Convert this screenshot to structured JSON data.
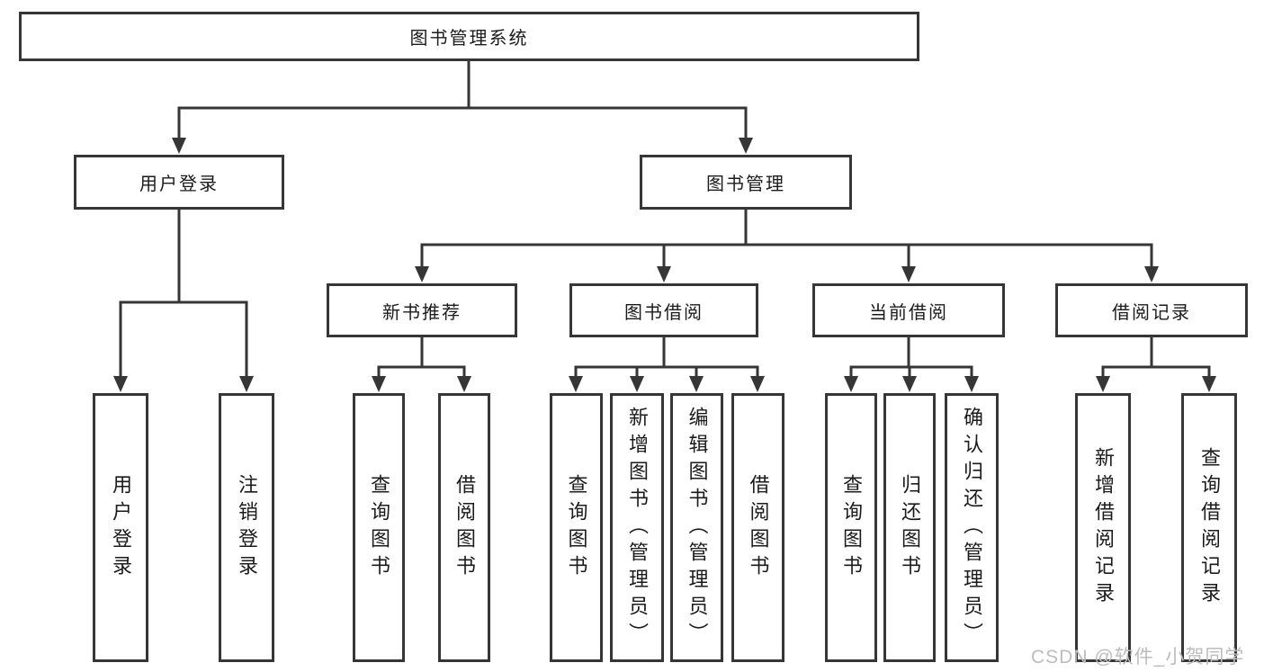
{
  "diagram": {
    "root_label": "图书管理系统",
    "user_branch": {
      "label": "用户登录",
      "children": [
        {
          "label": "用户登录"
        },
        {
          "label": "注销登录"
        }
      ]
    },
    "manage_branch": {
      "label": "图书管理",
      "groups": [
        {
          "label": "新书推荐",
          "children": [
            {
              "label": "查询图书"
            },
            {
              "label": "借阅图书"
            }
          ]
        },
        {
          "label": "图书借阅",
          "children": [
            {
              "label": "查询图书"
            },
            {
              "label": "新增图书（管理员）"
            },
            {
              "label": "编辑图书（管理员）"
            },
            {
              "label": "借阅图书"
            }
          ]
        },
        {
          "label": "当前借阅",
          "children": [
            {
              "label": "查询图书"
            },
            {
              "label": "归还图书"
            },
            {
              "label": "确认归还（管理员）"
            }
          ]
        },
        {
          "label": "借阅记录",
          "children": [
            {
              "label": "新增借阅记录"
            },
            {
              "label": "查询借阅记录"
            }
          ]
        }
      ]
    }
  },
  "watermark": {
    "text": "CSDN @软件_小贺同学"
  },
  "colors": {
    "line": "#363636",
    "text": "#1b1b1b",
    "watermark": "#bcbcbc",
    "background": "#ffffff"
  }
}
